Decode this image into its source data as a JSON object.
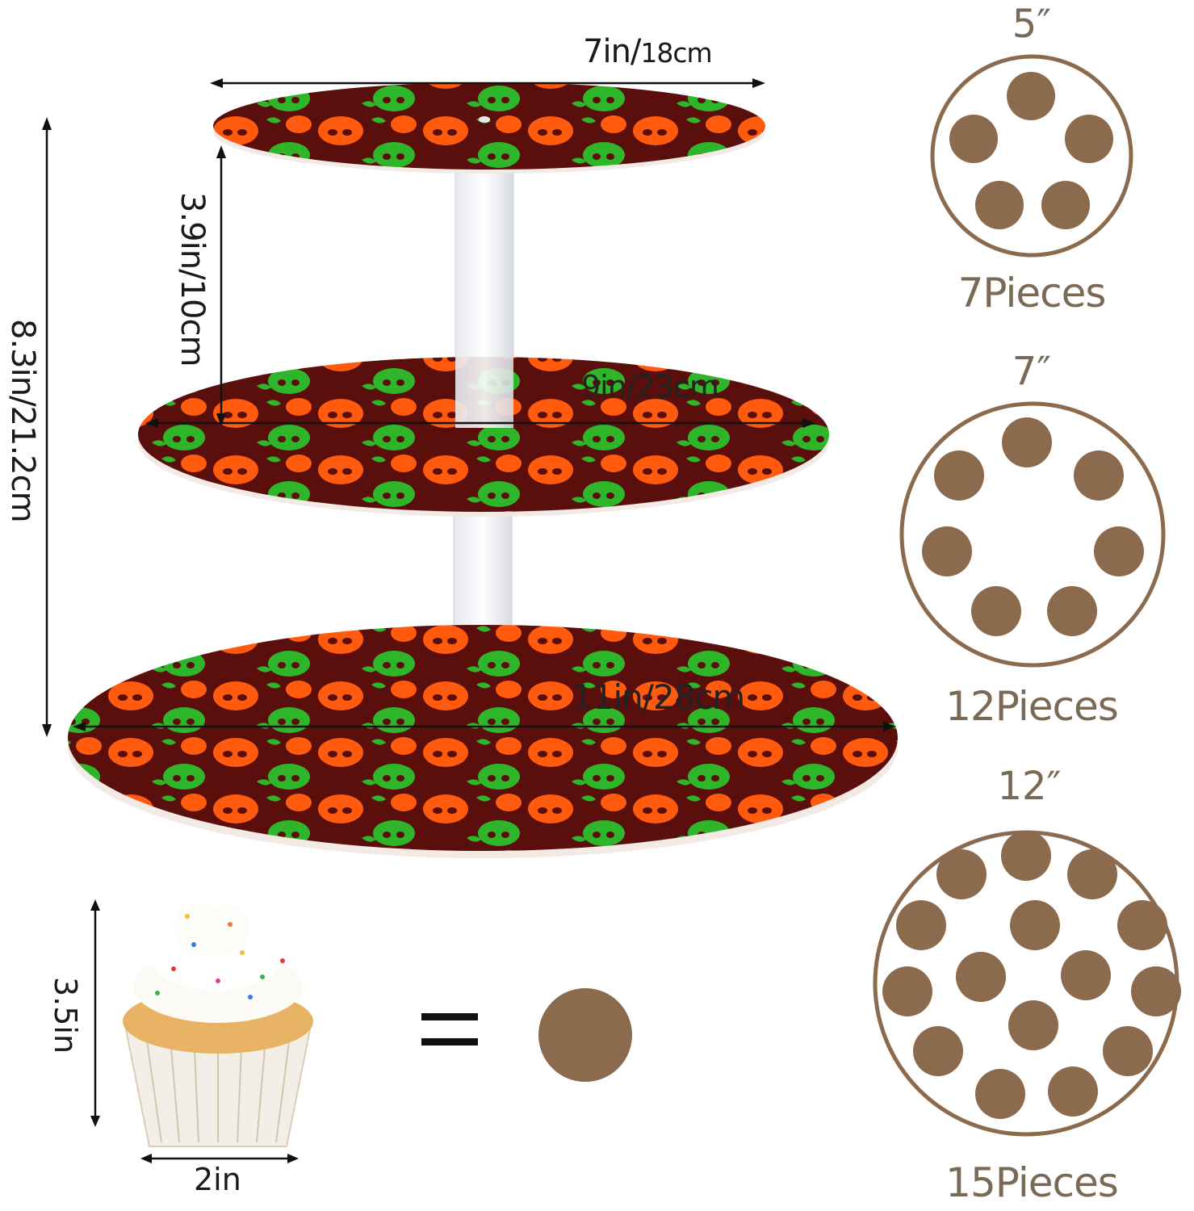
{
  "dimensions": {
    "top_width_in": "7in/",
    "top_width_cm": "18cm",
    "middle_width": "9in/23cm",
    "bottom_width": "11in/28cm",
    "tier_spacing": "3.9in/10cm",
    "total_height": "8.3in/21.2cm",
    "cupcake_height": "3.5in",
    "cupcake_width": "2in"
  },
  "capacity": [
    {
      "size": "5″",
      "count_label": "7Pieces"
    },
    {
      "size": "7″",
      "count_label": "12Pieces"
    },
    {
      "size": "12″",
      "count_label": "15Pieces"
    }
  ],
  "colors": {
    "skull_orange": "#ff5a0e",
    "skull_green": "#2fb52a",
    "board_dark": "#5a0f0c",
    "cupcake_dot": "#8b6a4d",
    "circle_outline": "#8b6a4d"
  },
  "icons": [
    "cake-stand",
    "skull-pattern",
    "cupcake",
    "equals-sign",
    "capacity-circle"
  ]
}
